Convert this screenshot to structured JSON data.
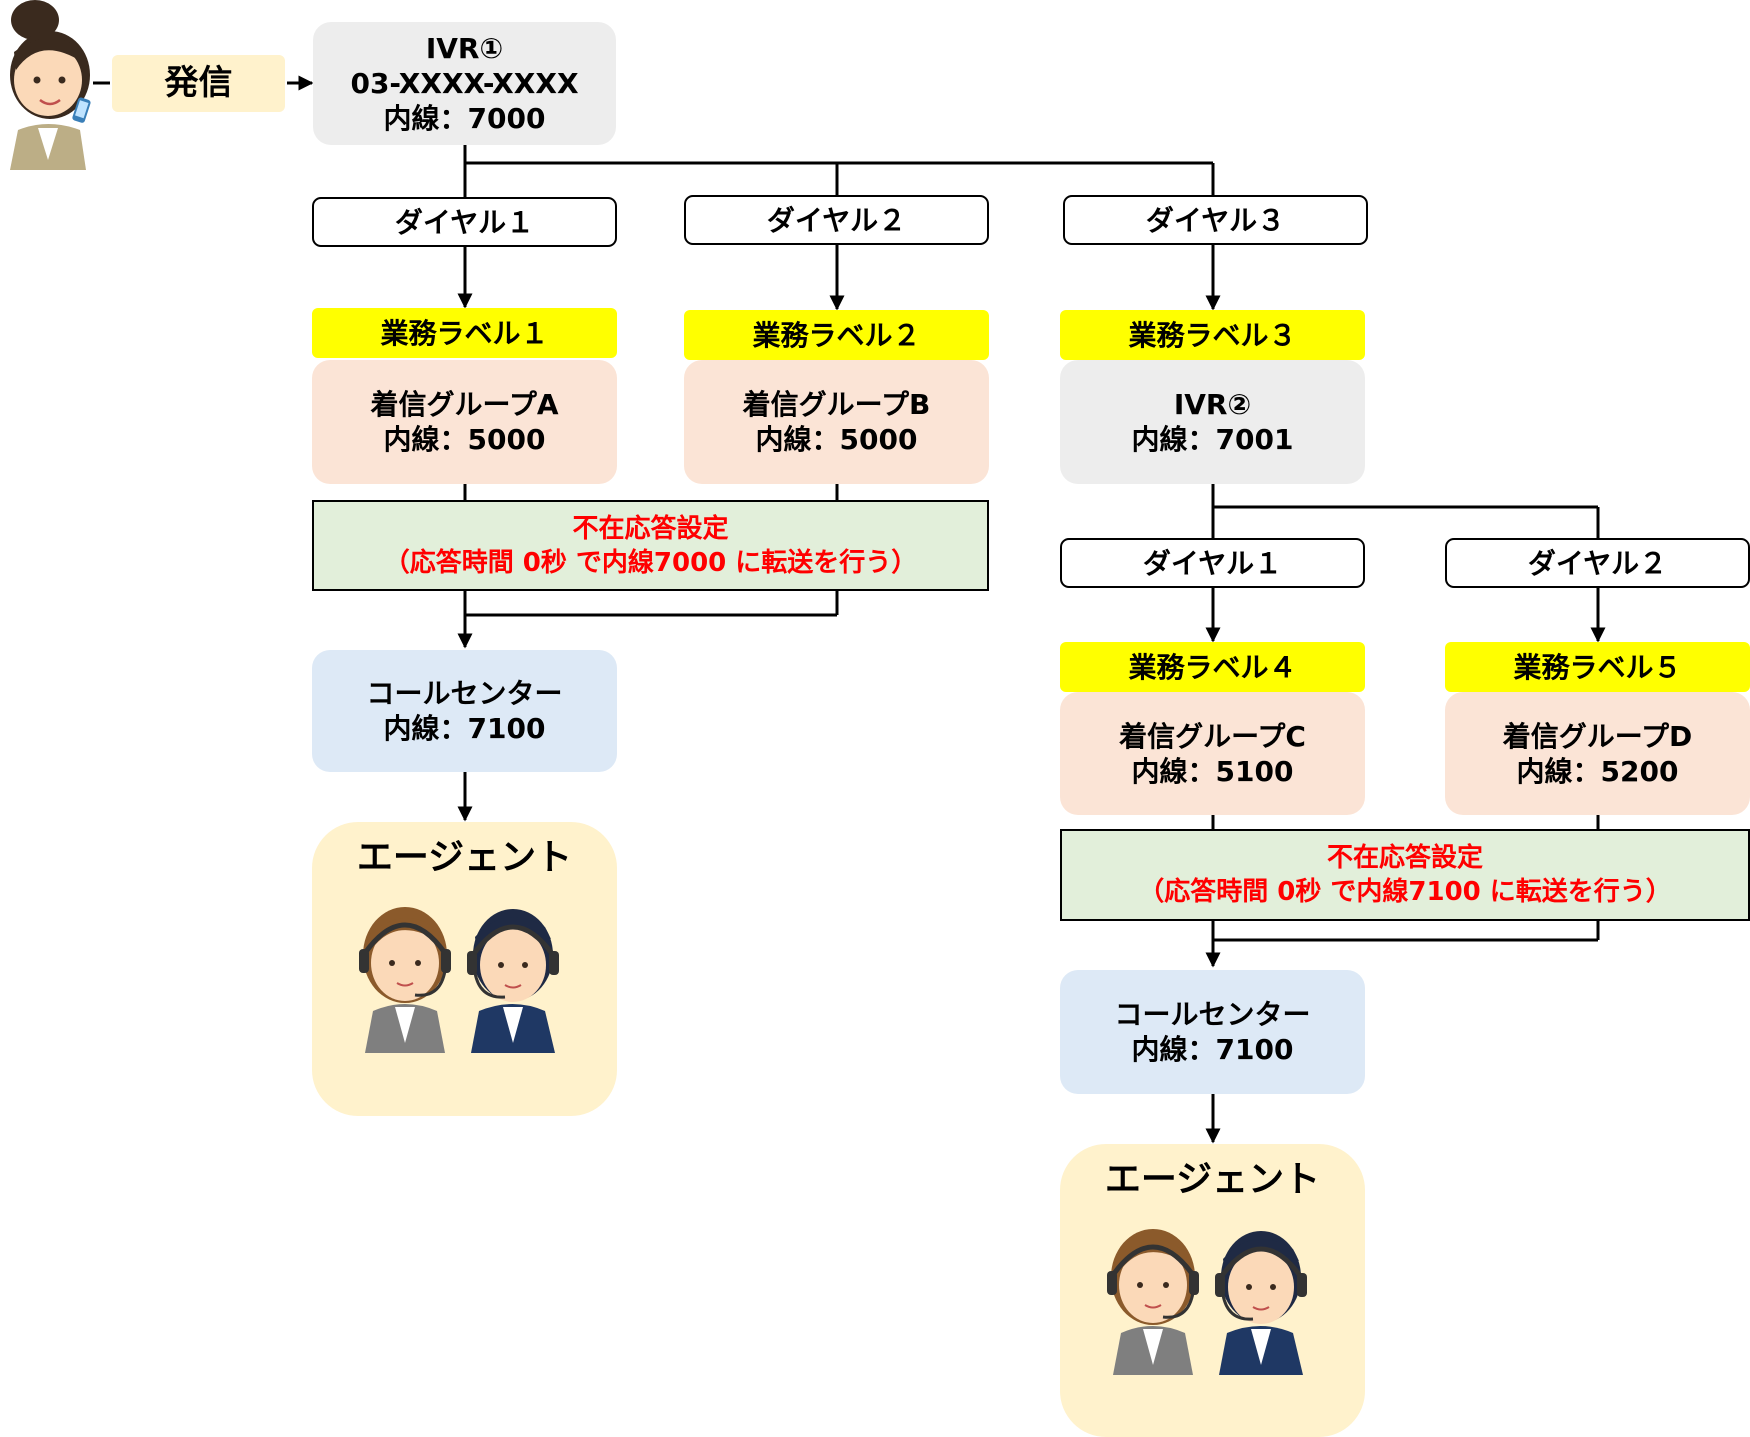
{
  "caller": {
    "call_label": "発信"
  },
  "ivr1": {
    "name": "IVR①",
    "number": "03-XXXX-XXXX",
    "extension": "内線：7000"
  },
  "dial_top": [
    "ダイヤル１",
    "ダイヤル２",
    "ダイヤル３"
  ],
  "labels": [
    "業務ラベル１",
    "業務ラベル２",
    "業務ラベル３",
    "業務ラベル４",
    "業務ラベル５"
  ],
  "group_a": {
    "name": "着信グループA",
    "extension": "内線：5000"
  },
  "group_b": {
    "name": "着信グループB",
    "extension": "内線：5000"
  },
  "ivr2": {
    "name": "IVR②",
    "extension": "内線：7001"
  },
  "dial_sub": [
    "ダイヤル１",
    "ダイヤル２"
  ],
  "group_c": {
    "name": "着信グループC",
    "extension": "内線：5100"
  },
  "group_d": {
    "name": "着信グループD",
    "extension": "内線：5200"
  },
  "absence_left": {
    "title": "不在応答設定",
    "detail": "（応答時間 0秒 で内線7000 に転送を行う）"
  },
  "absence_right": {
    "title": "不在応答設定",
    "detail": "（応答時間 0秒 で内線7100 に転送を行う）"
  },
  "callcenter_left": {
    "name": "コールセンター",
    "extension": "内線：7100"
  },
  "callcenter_right": {
    "name": "コールセンター",
    "extension": "内線：7100"
  },
  "agent_left": {
    "label": "エージェント"
  },
  "agent_right": {
    "label": "エージェント"
  }
}
